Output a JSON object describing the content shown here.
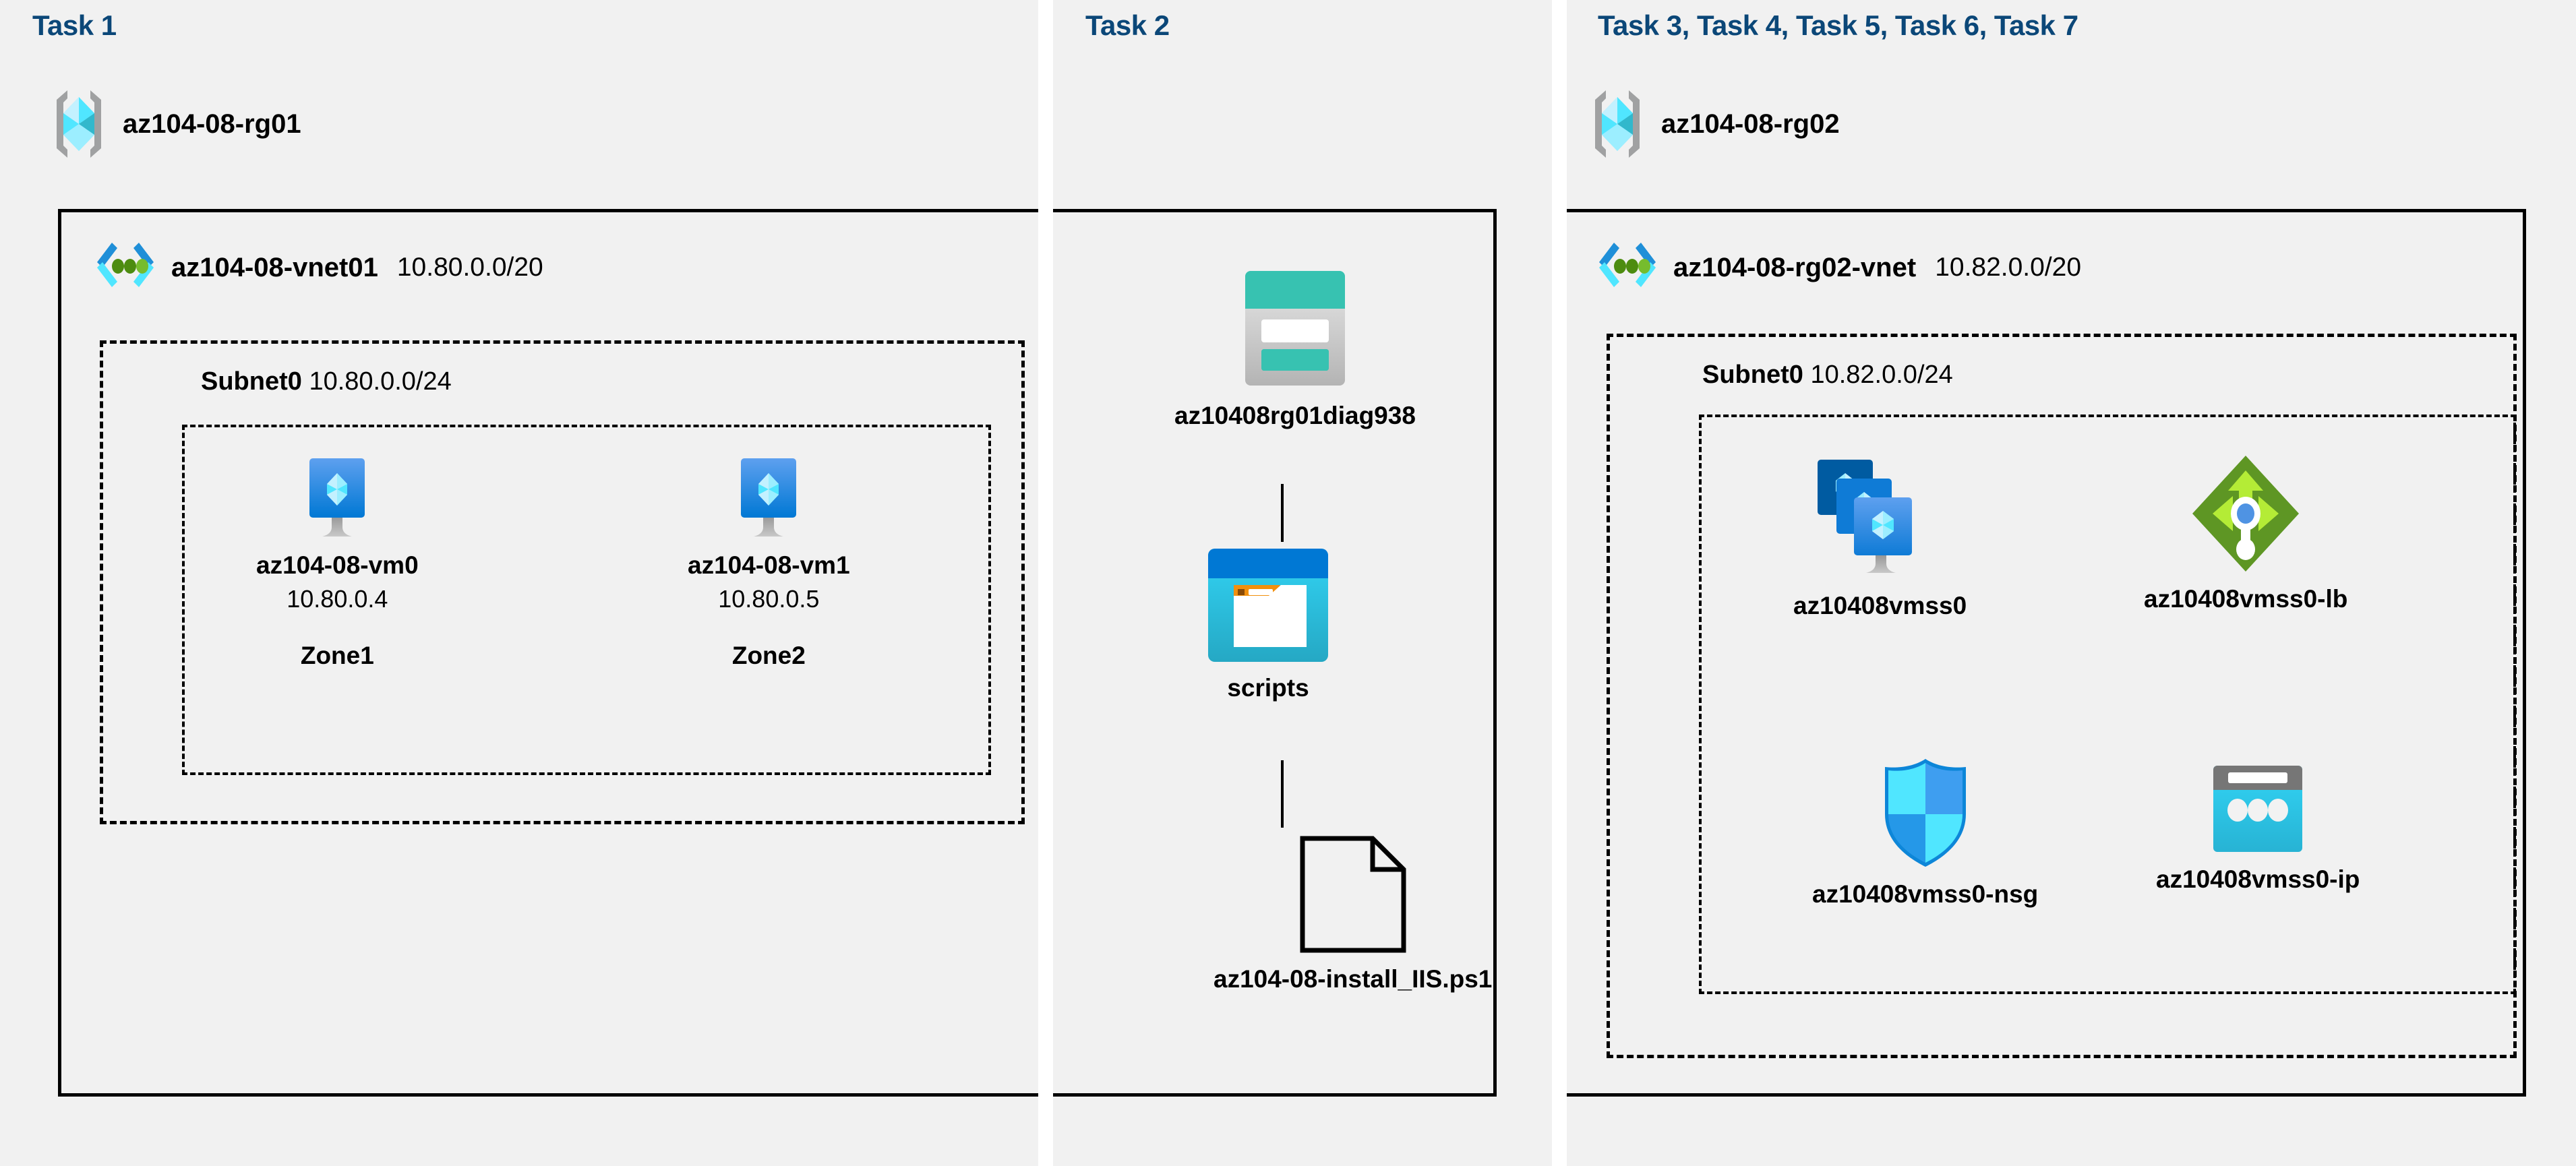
{
  "panels": {
    "task1": {
      "title": "Task 1"
    },
    "task2": {
      "title": "Task 2"
    },
    "task3": {
      "title": "Task 3, Task 4, Task 5, Task 6, Task 7"
    }
  },
  "resource_groups": [
    {
      "name": "az104-08-rg01",
      "icon": "resource-group-icon"
    },
    {
      "name": "az104-08-rg02",
      "icon": "resource-group-icon"
    }
  ],
  "vnets": [
    {
      "name": "az104-08-vnet01",
      "cidr": "10.80.0.0/20",
      "icon": "virtual-network-icon"
    },
    {
      "name": "az104-08-rg02-vnet",
      "cidr": "10.82.0.0/20",
      "icon": "virtual-network-icon"
    }
  ],
  "subnets": [
    {
      "name": "Subnet0",
      "cidr": "10.80.0.0/24"
    },
    {
      "name": "Subnet0",
      "cidr": "10.82.0.0/24"
    }
  ],
  "vms": [
    {
      "name": "az104-08-vm0",
      "ip": "10.80.0.4",
      "zone": "Zone1",
      "icon": "virtual-machine-icon"
    },
    {
      "name": "az104-08-vm1",
      "ip": "10.80.0.5",
      "zone": "Zone2",
      "icon": "virtual-machine-icon"
    }
  ],
  "storage": {
    "account": {
      "name": "az10408rg01diag938",
      "icon": "storage-account-icon"
    },
    "container": {
      "name": "scripts",
      "icon": "blob-container-icon"
    },
    "file": {
      "name": "az104-08-install_IIS.ps1",
      "icon": "file-icon"
    }
  },
  "scale_set_resources": [
    {
      "name": "az10408vmss0",
      "icon": "vm-scale-set-icon"
    },
    {
      "name": "az10408vmss0-lb",
      "icon": "load-balancer-icon"
    },
    {
      "name": "az10408vmss0-nsg",
      "icon": "network-security-group-icon"
    },
    {
      "name": "az10408vmss0-ip",
      "icon": "public-ip-address-icon"
    }
  ],
  "colors": {
    "panel_background": "#f1f1f1",
    "task_title": "#0b4778",
    "azure_blue": "#0078d4",
    "azure_cyan": "#50e6ff",
    "storage_teal": "#37c2b1",
    "load_balancer_green": "#5e9624",
    "border": "#000000"
  }
}
